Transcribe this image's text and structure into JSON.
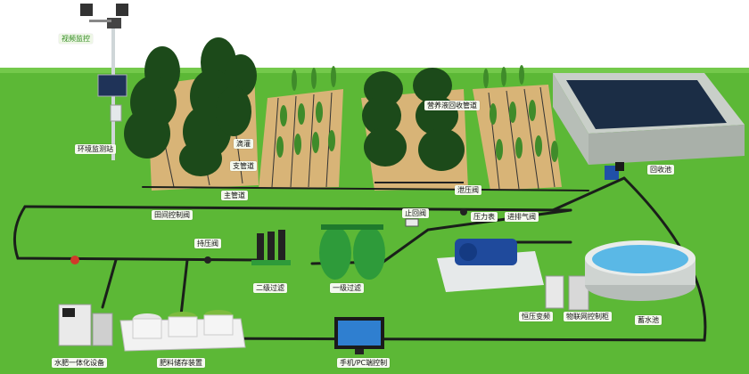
{
  "labels": {
    "video_monitor": "视频监控",
    "env_station": "环境监测站",
    "drip_irrigation": "滴灌",
    "branch_pipe": "支管道",
    "main_pipe": "主管道",
    "field_valve": "田间控制阀",
    "nutrient_return": "营养液回收管道",
    "recovery_pool": "回收池",
    "pressure_valve": "泄压阀",
    "check_valve": "止回阀",
    "pressure_gauge": "压力表",
    "intake_exhaust_valve": "进排气阀",
    "holding_valve": "持压阀",
    "secondary_filter": "二级过滤",
    "primary_filter": "一级过滤",
    "constant_pressure_vfd": "恒压变频",
    "iot_cabinet": "物联网控制柜",
    "reservoir": "蓄水池",
    "integrated_unit": "水肥一体化设备",
    "fertilizer_storage": "肥料储存装置",
    "remote_control": "手机/PC端控制"
  },
  "colors": {
    "sky": "#ffffff",
    "grass": "#5cb836",
    "grass_dark": "#3f9a24",
    "soil": "#d8b477",
    "pipe": "#1a1f1a",
    "tree": "#1c4a1a",
    "water": "#5ab8e6",
    "filter_green": "#2e9b3a",
    "pump_blue": "#1f4a9c",
    "label_green": "#2f8a1e"
  }
}
